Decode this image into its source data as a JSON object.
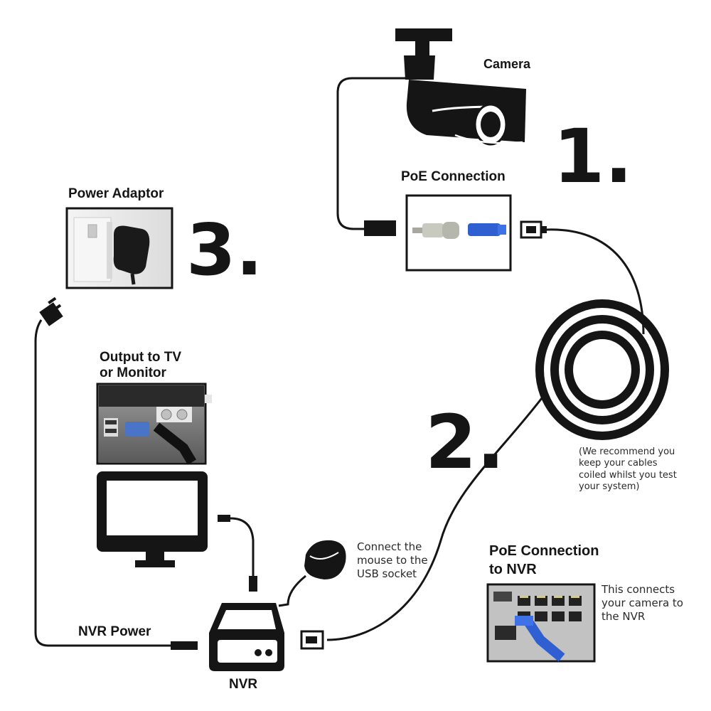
{
  "labels": {
    "camera": "Camera",
    "poe_connection": "PoE Connection",
    "power_adaptor": "Power Adaptor",
    "output_tv_line1": "Output to TV",
    "output_tv_line2": "or Monitor",
    "nvr_power": "NVR Power",
    "nvr": "NVR",
    "poe_nvr_line1": "PoE Connection",
    "poe_nvr_line2": "to NVR"
  },
  "steps": {
    "one": "1.",
    "two": "2.",
    "three": "3."
  },
  "notes": {
    "coil": [
      "(We recommend you",
      "keep your cables",
      "coiled whilst you test",
      "your system)"
    ],
    "mouse": [
      "Connect the",
      "mouse to the",
      "USB socket"
    ],
    "nvr_conn": [
      "This connects",
      "your camera to",
      "the NVR"
    ]
  },
  "colors": {
    "ink": "#151515",
    "ethernet_blue": "#2f5fd0"
  }
}
